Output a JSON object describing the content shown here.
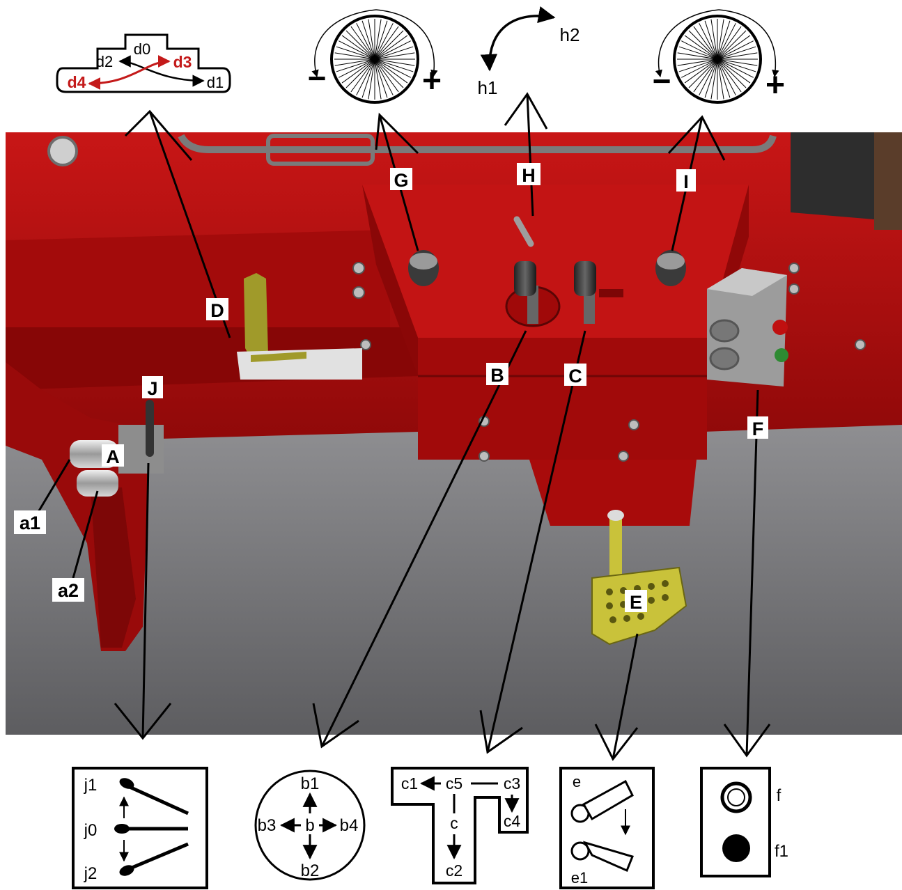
{
  "colors": {
    "machine_red": "#b80f0f",
    "machine_dark_red": "#6e0606",
    "floor_gray": "#8a8a8c",
    "accent_red_text": "#c41a1a",
    "pedal_yellow": "#c9c23a"
  },
  "callouts": {
    "A": "A",
    "B": "B",
    "C": "C",
    "D": "D",
    "E": "E",
    "F": "F",
    "G": "G",
    "H": "H",
    "I": "I",
    "J": "J",
    "a1": "a1",
    "a2": "a2"
  },
  "insets": {
    "d": {
      "d0": "d0",
      "d1": "d1",
      "d2": "d2",
      "d3": "d3",
      "d4": "d4"
    },
    "g": {
      "minus": "−",
      "plus": "+"
    },
    "h": {
      "h1": "h1",
      "h2": "h2"
    },
    "i": {
      "minus": "−",
      "plus": "+"
    },
    "j": {
      "j0": "j0",
      "j1": "j1",
      "j2": "j2"
    },
    "b": {
      "b": "b",
      "b1": "b1",
      "b2": "b2",
      "b3": "b3",
      "b4": "b4"
    },
    "c": {
      "c": "c",
      "c1": "c1",
      "c2": "c2",
      "c3": "c3",
      "c4": "c4",
      "c5": "c5"
    },
    "e": {
      "e": "e",
      "e1": "e1"
    },
    "f": {
      "f": "f",
      "f1": "f1"
    }
  }
}
